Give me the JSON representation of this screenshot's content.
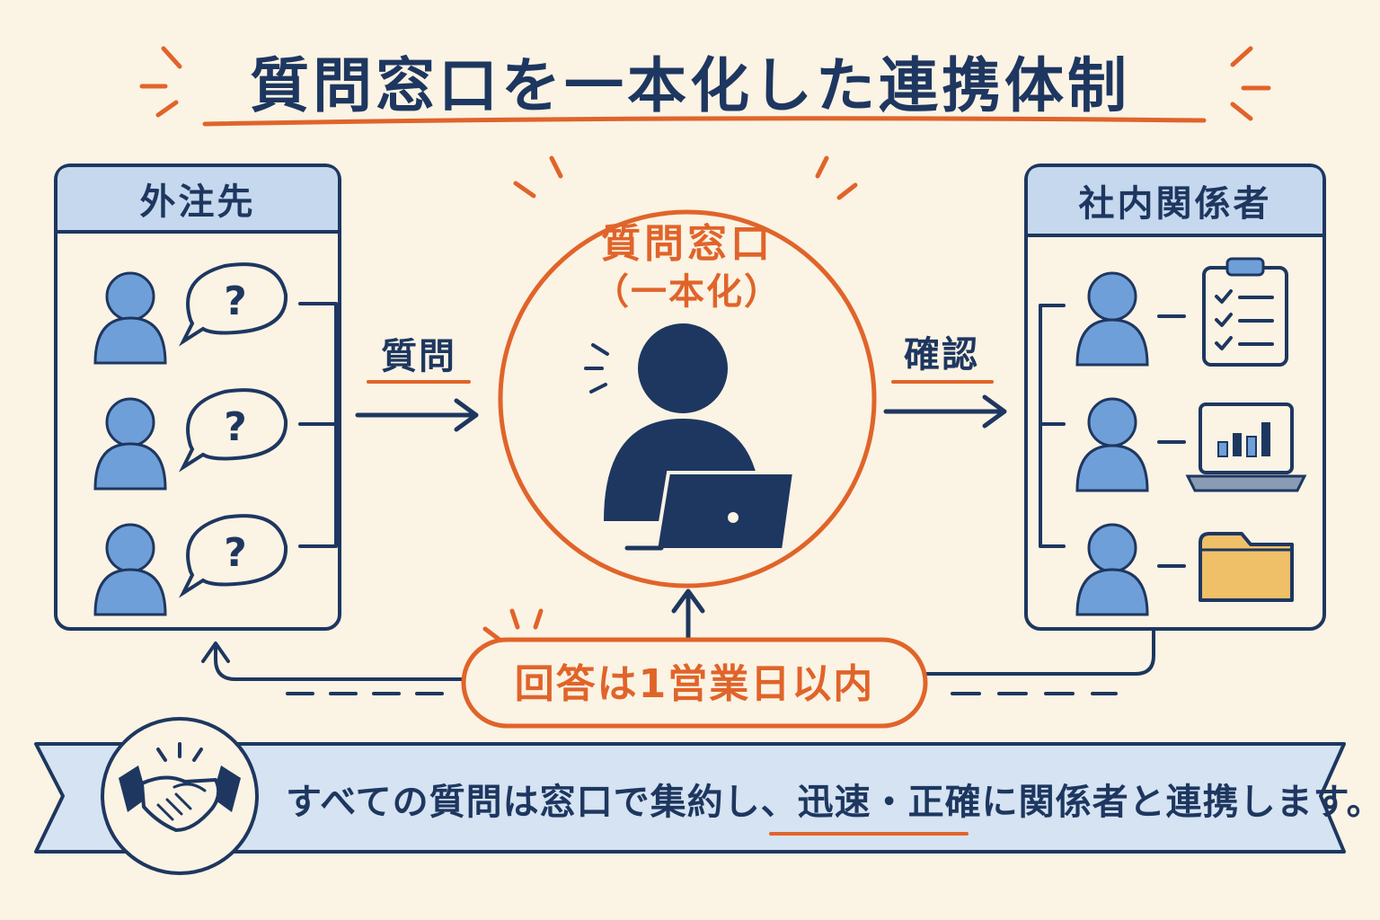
{
  "title": "質問窓口を一本化した連携体制",
  "left_panel": {
    "heading": "外注先",
    "bubble_symbol": "?"
  },
  "center": {
    "label_line1": "質問窓口",
    "label_line2": "（一本化）"
  },
  "right_panel": {
    "heading": "社内関係者",
    "icons": [
      "clipboard-checklist-icon",
      "laptop-chart-icon",
      "folder-icon"
    ]
  },
  "flows": {
    "left_label": "質問",
    "right_label": "確認"
  },
  "response_badge": "回答は1営業日以内",
  "banner": {
    "text_part1": "すべての質問は窓口で集約し、",
    "text_highlight": "迅速・正確",
    "text_part2": "に関係者と連携します。",
    "icon": "handshake-icon"
  },
  "colors": {
    "navy": "#1e3760",
    "orange": "#e0642a",
    "person_blue": "#6f9fd8",
    "panel_header": "#c5d8ee",
    "banner_fill": "#d5e3f2",
    "folder": "#f0c068",
    "background": "#fbf3e4"
  }
}
